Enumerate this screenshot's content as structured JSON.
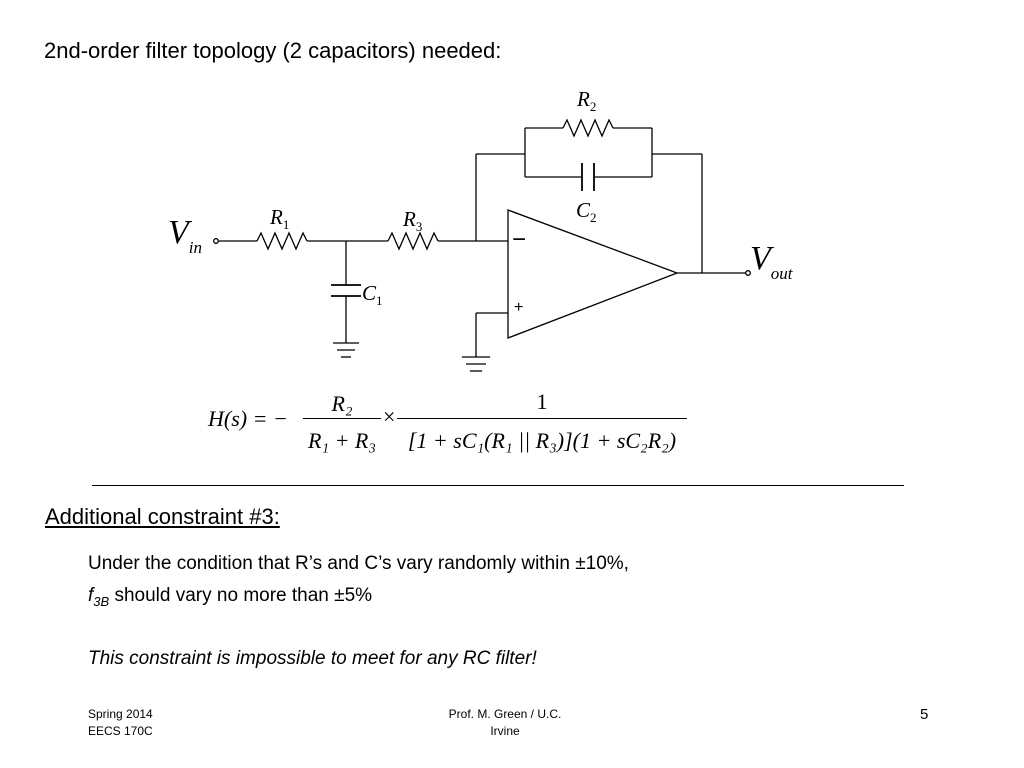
{
  "slide": {
    "title": "2nd-order filter topology (2 capacitors) needed:",
    "section_heading": "Additional constraint #3:",
    "condition_line1": "Under the condition that R’s and C’s vary randomly within ±10%,",
    "condition_line2_var": "f",
    "condition_line2_sub": "3B",
    "condition_line2_rest": " should vary no more than ±5%",
    "conclusion": "This constraint is impossible to meet for any RC filter!",
    "page_number": "5"
  },
  "circuit": {
    "vin": "V",
    "vin_sub": "in",
    "vout": "V",
    "vout_sub": "out",
    "r1": "R",
    "r1_sub": "1",
    "r2": "R",
    "r2_sub": "2",
    "r3": "R",
    "r3_sub": "3",
    "c1": "C",
    "c1_sub": "1",
    "c2": "C",
    "c2_sub": "2",
    "minus": "−",
    "plus": "+"
  },
  "equation": {
    "lhs": "H(s) = −",
    "num1": "R₂",
    "den1": "R₁ + R₃",
    "times": "×",
    "num2": "1",
    "den2": "[1 + sC₁(R₁ || R₃)](1 + sC₂R₂)"
  },
  "footer": {
    "left_line1": "Spring 2014",
    "left_line2": "EECS 170C",
    "center_line1": "Prof. M. Green / U.C.",
    "center_line2": "Irvine"
  }
}
